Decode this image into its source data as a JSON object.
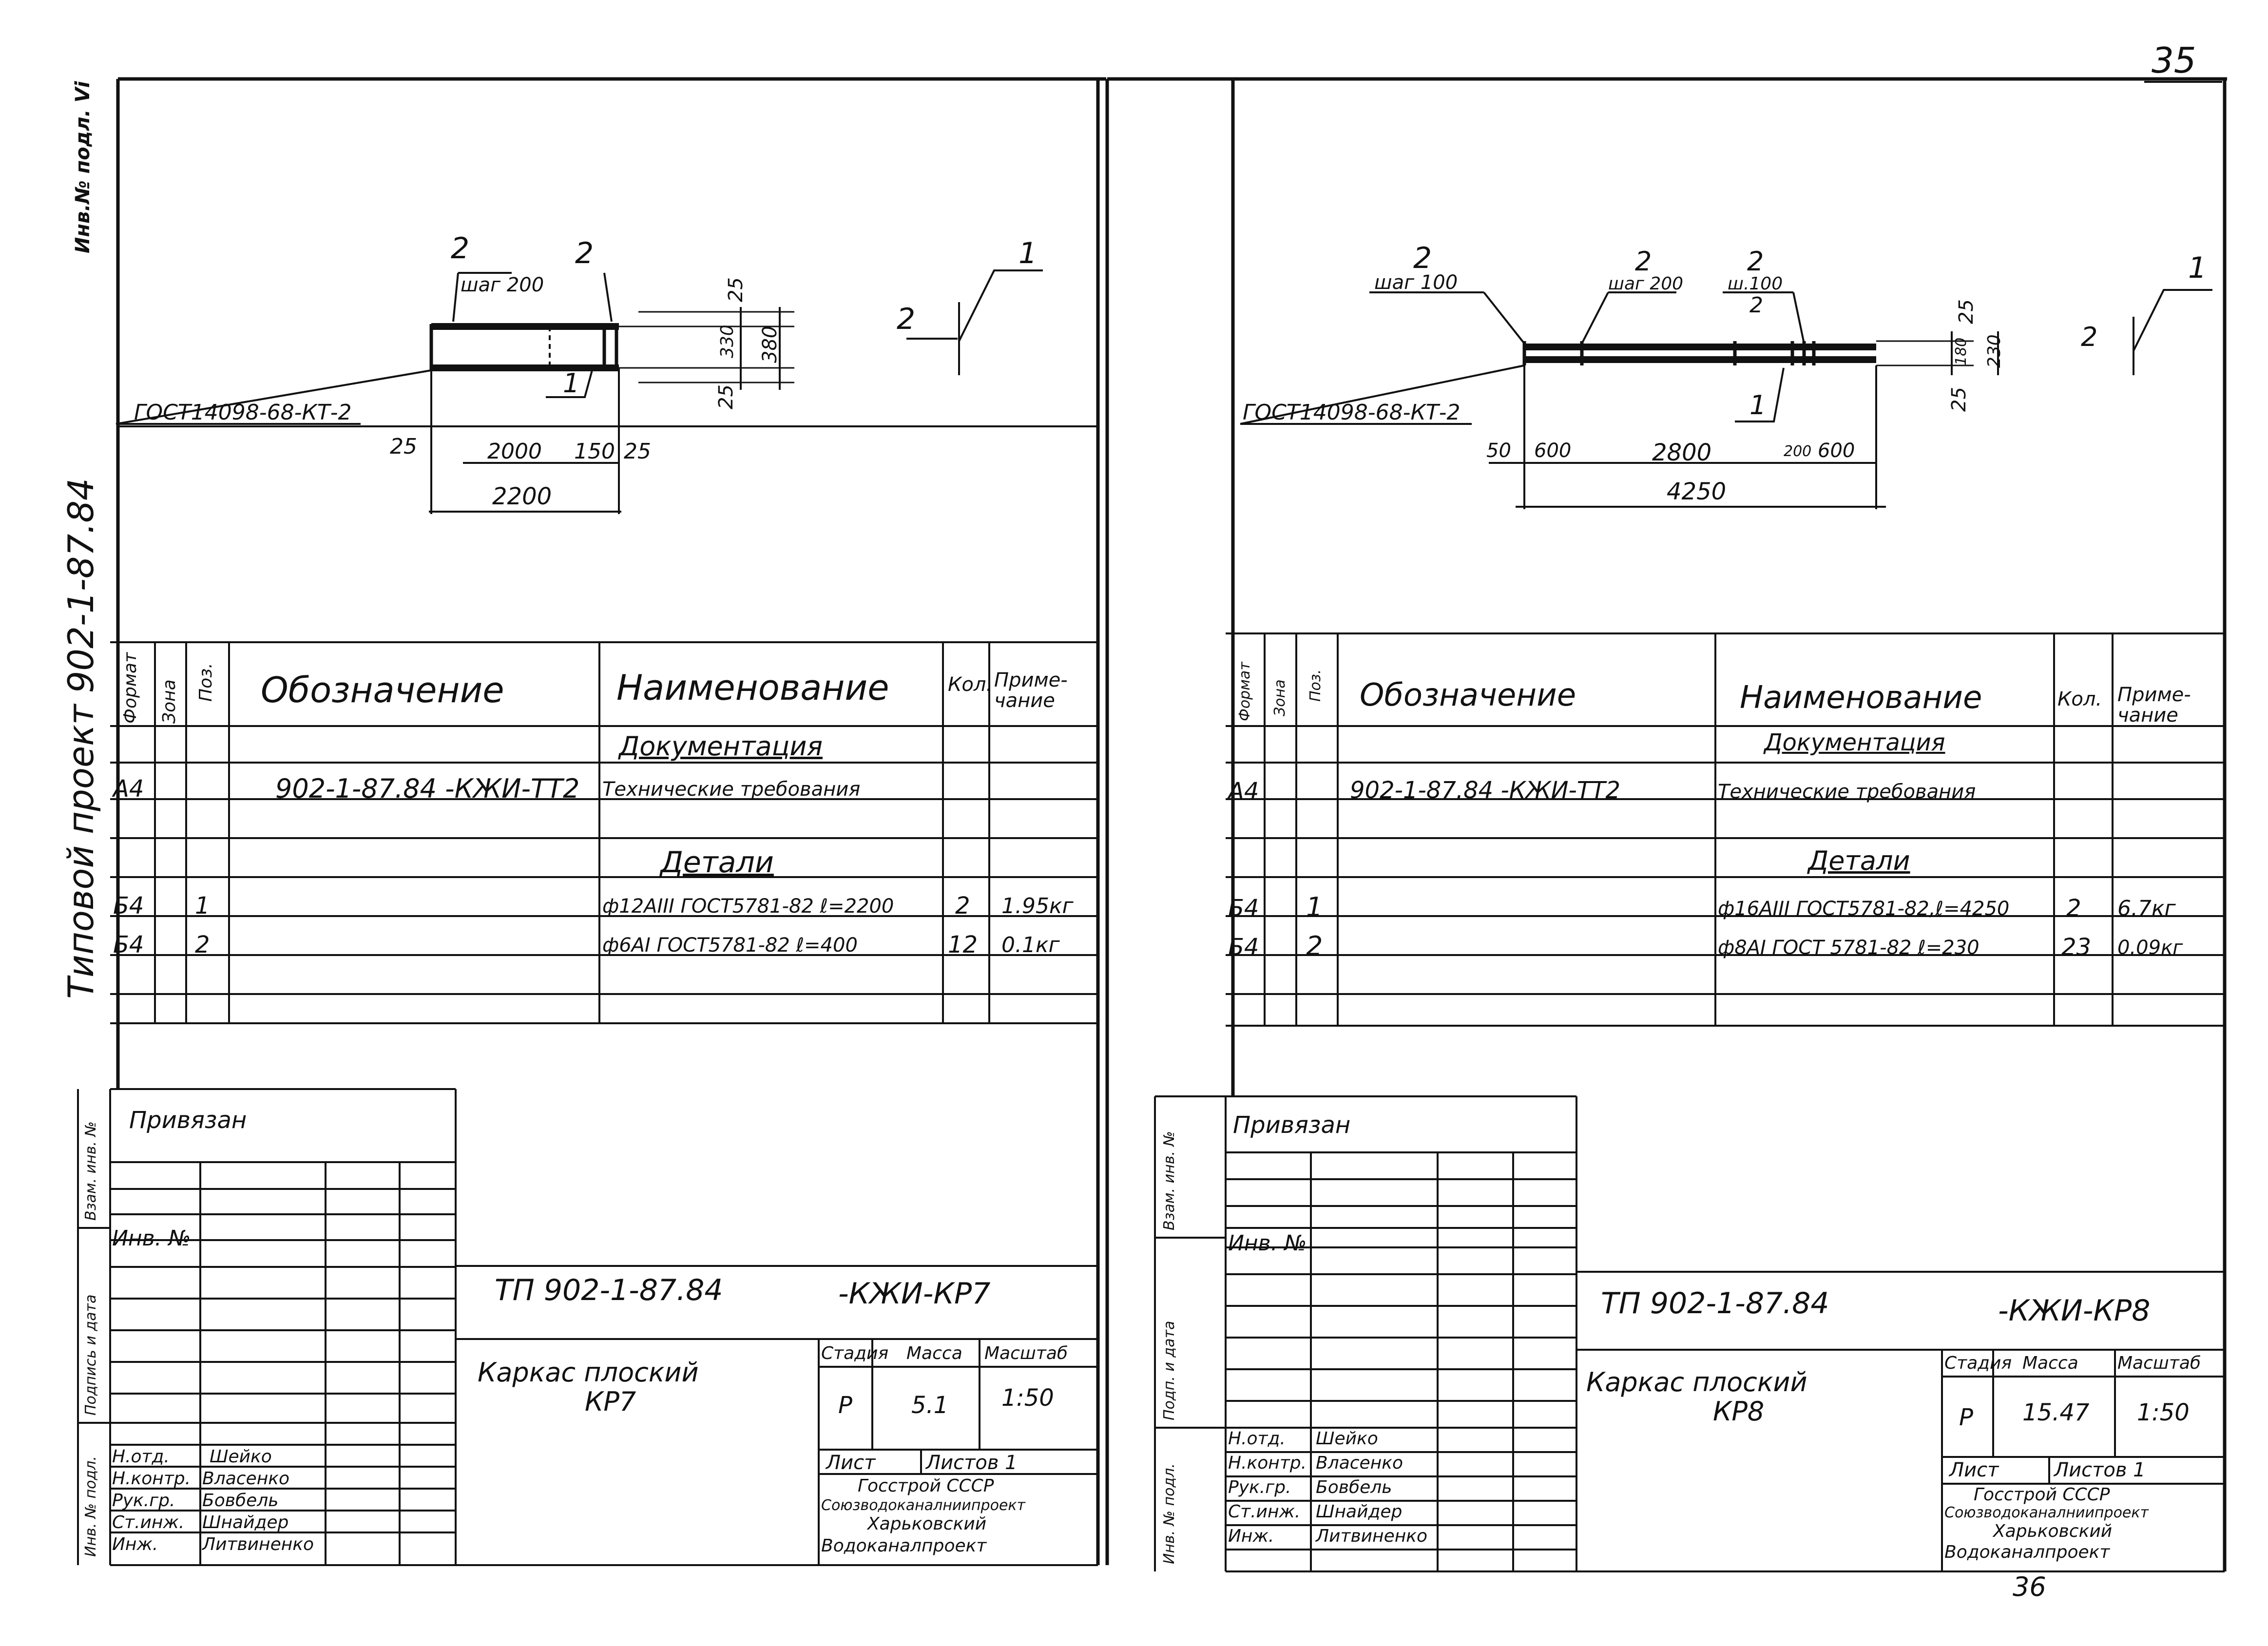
{
  "page_number_top": "35",
  "page_number_bottom": "36",
  "margin_marks": {
    "top_left": "Инв.№ подл. Vi",
    "series": "Типовой проект 902-1-87.84"
  },
  "left_sheet": {
    "drawing": {
      "weld_note": "ГОСТ14098-68-КТ-2",
      "pos_2a": "2",
      "pos_2b": "2",
      "step": "шаг 200",
      "pos_1": "1",
      "pos_1b": "1",
      "pos_2c": "2",
      "dim_25a": "25",
      "dim_2000": "2000",
      "dim_150": "150",
      "dim_25b": "25",
      "dim_total": "2200",
      "dim_v25a": "25",
      "dim_v330": "330",
      "dim_v380": "380",
      "dim_v25b": "25"
    },
    "spec": {
      "headers": {
        "format": "Формат",
        "zone": "Зона",
        "pos": "Поз.",
        "designation": "Обозначение",
        "name": "Наименование",
        "qty": "Кол.",
        "note": "Приме-чание"
      },
      "section_docs": "Документация",
      "doc_format": "А4",
      "doc_designation": "902-1-87.84 -КЖИ-ТТ2",
      "doc_name": "Технические требования",
      "section_parts": "Детали",
      "rows": [
        {
          "format": "Б4",
          "pos": "1",
          "name": "ф12АIII ГОСТ5781-82 ℓ=2200",
          "qty": "2",
          "note": "1.95кг"
        },
        {
          "format": "Б4",
          "pos": "2",
          "name": "ф6АI ГОСТ5781-82 ℓ=400",
          "qty": "12",
          "note": "0.1кг"
        }
      ]
    },
    "title_block": {
      "privyazan": "Привязан",
      "inv_no": "Инв. №",
      "side_labels": [
        "Взам. инв. №",
        "Подпись и дата",
        "Инв. № подл."
      ],
      "code": "ТП 902-1-87.84",
      "code_suffix": "-КЖИ-КР7",
      "title_line1": "Каркас плоский",
      "title_line2": "КР7",
      "stage_h": "Стадия",
      "mass_h": "Масса",
      "scale_h": "Масштаб",
      "stage": "Р",
      "mass": "5.1",
      "scale": "1:50",
      "sheet": "Лист",
      "sheets": "Листов 1",
      "org": [
        "Госстрой СССР",
        "Союзводоканалниипроект",
        "Харьковский",
        "Водоканалпроект"
      ],
      "staff": [
        {
          "role": "Н.отд.",
          "name": "Шейко"
        },
        {
          "role": "Н.контр.",
          "name": "Власенко"
        },
        {
          "role": "Рук.гр.",
          "name": "Бовбель"
        },
        {
          "role": "Ст.инж.",
          "name": "Шнайдер"
        },
        {
          "role": "Инж.",
          "name": "Литвиненко"
        }
      ]
    }
  },
  "right_sheet": {
    "drawing": {
      "weld_note": "ГОСТ14098-68-КТ-2",
      "pos_2a": "2",
      "step_a": "шаг 100",
      "pos_2b": "2",
      "step_b": "шаг 200",
      "pos_2c": "2",
      "step_c": "ш.100",
      "pos_2d": "2",
      "pos_1": "1",
      "pos_1b": "1",
      "pos_2e": "2",
      "dim_50": "50",
      "dim_600a": "600",
      "dim_2800": "2800",
      "dim_200": "200",
      "dim_600b": "600",
      "dim_total": "4250",
      "dim_v25a": "25",
      "dim_v180": "180",
      "dim_v230": "230",
      "dim_v25b": "25"
    },
    "spec": {
      "headers": {
        "format": "Формат",
        "zone": "Зона",
        "pos": "Поз.",
        "designation": "Обозначение",
        "name": "Наименование",
        "qty": "Кол.",
        "note": "Приме-чание"
      },
      "section_docs": "Документация",
      "doc_format": "А4",
      "doc_designation": "902-1-87.84 -КЖИ-ТТ2",
      "doc_name": "Технические требования",
      "section_parts": "Детали",
      "rows": [
        {
          "format": "Б4",
          "pos": "1",
          "name": "ф16АIII ГОСТ5781-82,ℓ=4250",
          "qty": "2",
          "note": "6.7кг"
        },
        {
          "format": "Б4",
          "pos": "2",
          "name": "ф8АI ГОСТ 5781-82 ℓ=230",
          "qty": "23",
          "note": "0.09кг"
        }
      ]
    },
    "title_block": {
      "privyazan": "Привязан",
      "inv_no": "Инв. №",
      "side_labels": [
        "Взам. инв. №",
        "Подп. и дата",
        "Инв. № подл."
      ],
      "code": "ТП 902-1-87.84",
      "code_suffix": "-КЖИ-КР8",
      "title_line1": "Каркас плоский",
      "title_line2": "КР8",
      "stage_h": "Стадия",
      "mass_h": "Масса",
      "scale_h": "Масштаб",
      "stage": "Р",
      "mass": "15.47",
      "scale": "1:50",
      "sheet": "Лист",
      "sheets": "Листов 1",
      "org": [
        "Госстрой СССР",
        "Союзводоканалниипроект",
        "Харьковский",
        "Водоканалпроект"
      ],
      "staff": [
        {
          "role": "Н.отд.",
          "name": "Шейко"
        },
        {
          "role": "Н.контр.",
          "name": "Власенко"
        },
        {
          "role": "Рук.гр.",
          "name": "Бовбель"
        },
        {
          "role": "Ст.инж.",
          "name": "Шнайдер"
        },
        {
          "role": "Инж.",
          "name": "Литвиненко"
        }
      ]
    }
  }
}
